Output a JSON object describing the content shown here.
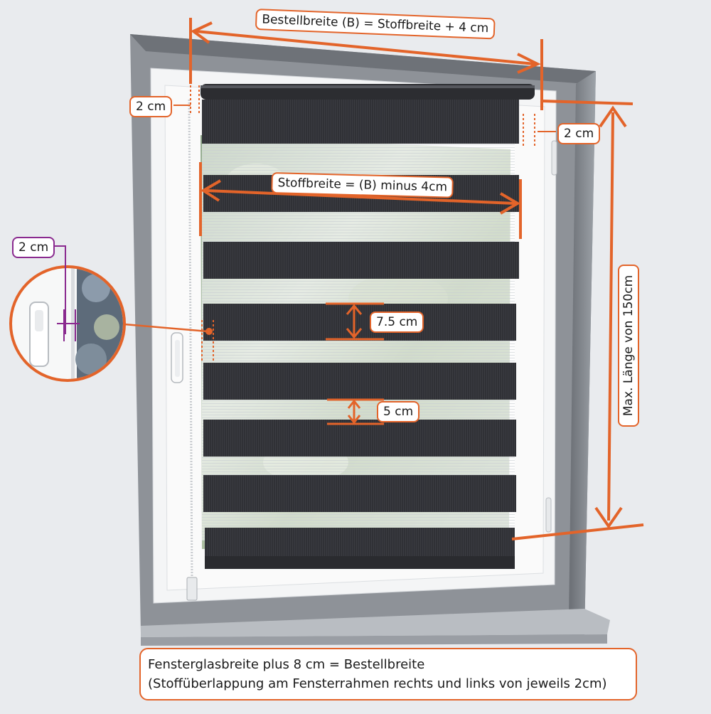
{
  "labels": {
    "order_width": "Bestellbreite (B) = Stoffbreite + 4 cm",
    "fabric_width": "Stoffbreite = (B) minus 4cm",
    "overlap_left": "2 cm",
    "overlap_right": "2 cm",
    "detail_gap": "2 cm",
    "band_height": "7.5 cm",
    "gap_height": "5 cm",
    "max_length": "Max. Länge von 150cm"
  },
  "note": {
    "line1": "Fensterglasbreite plus 8 cm = Bestellbreite",
    "line2": "(Stoffüberlappung am Fensterrahmen rechts und links von jeweils 2cm)"
  },
  "colors": {
    "accent": "#e3642a",
    "purple": "#8a2a8f",
    "fabric_dark": "#2f3035",
    "wall": "#e9ebee",
    "frame": "#f4f5f6"
  }
}
